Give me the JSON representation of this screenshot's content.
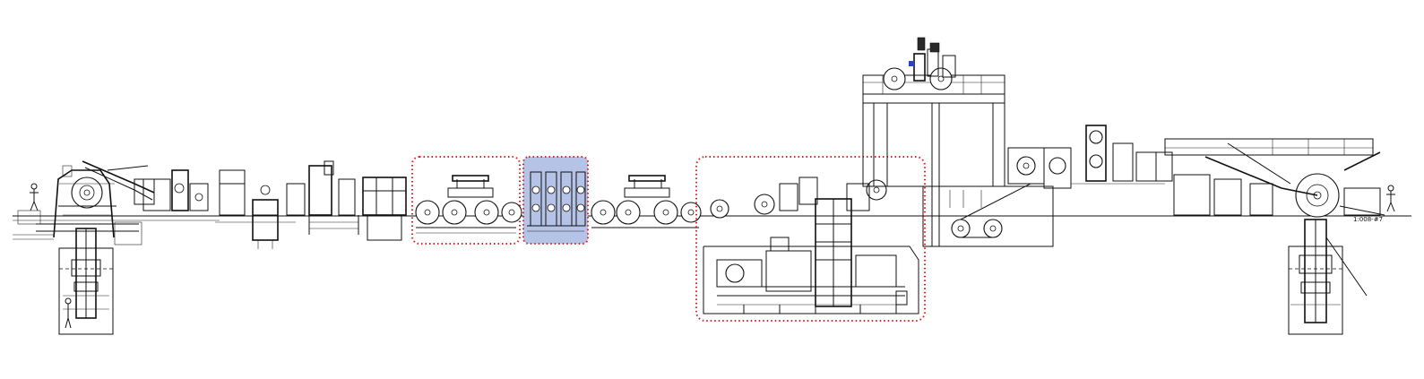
{
  "diagram": {
    "label_right_end": "1:008-#7",
    "colors": {
      "line": "#111111",
      "background": "#ffffff",
      "highlight_box_border": "#e0201f",
      "highlight_fill": "#b4c3e6",
      "highlight_marker": "#2a44c8"
    },
    "highlight_regions": [
      {
        "name": "dotted-box-bridle-left",
        "style": "red dotted outline"
      },
      {
        "name": "shaded-box-tension-leveler",
        "style": "red dotted outline with blue fill"
      },
      {
        "name": "dotted-box-process-section",
        "style": "red dotted outline"
      }
    ]
  }
}
